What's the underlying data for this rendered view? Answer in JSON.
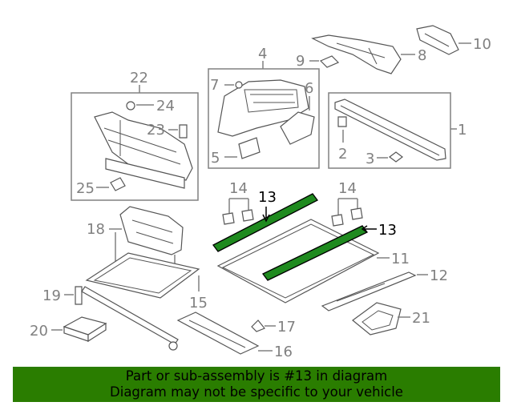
{
  "callouts": {
    "c1": "1",
    "c2": "2",
    "c3": "3",
    "c4": "4",
    "c5": "5",
    "c6": "6",
    "c7": "7",
    "c8": "8",
    "c9": "9",
    "c10": "10",
    "c11": "11",
    "c12": "12",
    "c13a": "13",
    "c13b": "13",
    "c14a": "14",
    "c14b": "14",
    "c15": "15",
    "c16": "16",
    "c17": "17",
    "c18": "18",
    "c19": "19",
    "c20": "20",
    "c21": "21",
    "c22": "22",
    "c23": "23",
    "c24": "24",
    "c25": "25"
  },
  "highlight": {
    "part_number": "13",
    "color": "#1f8a1f"
  },
  "banner": {
    "line1": "Part or sub-assembly is #13 in diagram",
    "line2": "Diagram may not be specific to your vehicle",
    "color": "#2a7d00"
  }
}
